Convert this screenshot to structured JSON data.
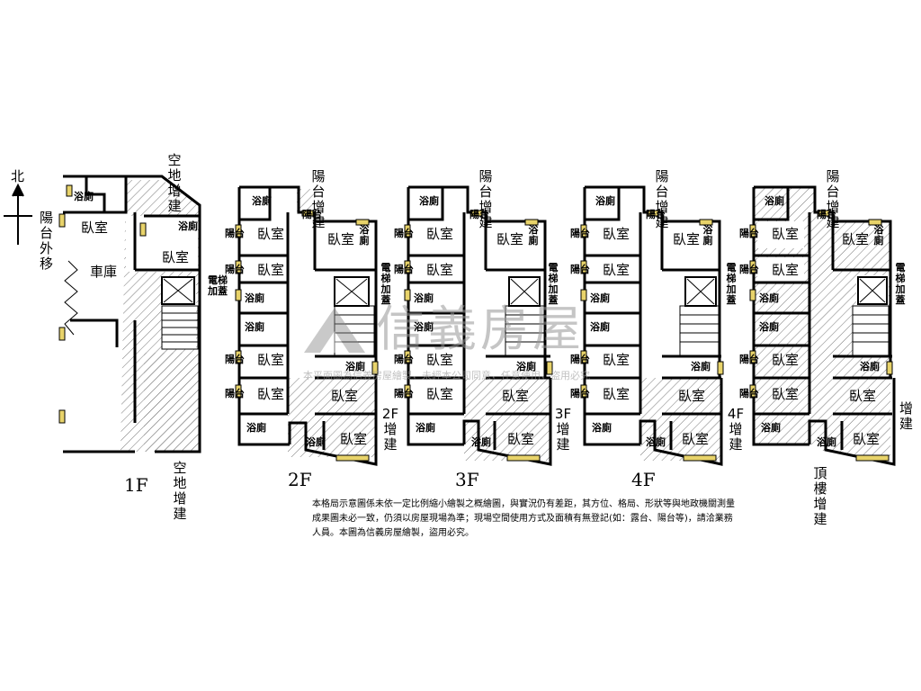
{
  "compass": {
    "north": "北"
  },
  "labels": {
    "bath": "浴廁",
    "bedroom": "臥室",
    "balcony": "陽台",
    "garage": "車庫",
    "balcony_moved": "陽台外移",
    "vacant_added": "空地增建",
    "balcony_added": "陽台增建",
    "elevator_added": "電梯加蓋",
    "added": "增建",
    "roof_added": "頂樓增建",
    "added_2f": "2F增建",
    "added_3f": "3F增建",
    "added_4f": "4F增建"
  },
  "floors": [
    "1F",
    "2F",
    "3F",
    "4F"
  ],
  "watermark": {
    "brand": "信義房屋",
    "notice": "本平面圖為信義房屋繪製，未經本公司同意，任意使用，盜用必究"
  },
  "disclaimer": "本格局示意圖係未依一定比例縮小繪製之概繪圖，與實況仍有差距，其方位、格局、形狀等與地政機關測量成果圖未必一致，仍須以房屋現場為準；現場空間使用方式及面積有無登記(如：露台、陽台等)，請洽業務人員。本圖為信義房屋繪製，盜用必究。"
}
